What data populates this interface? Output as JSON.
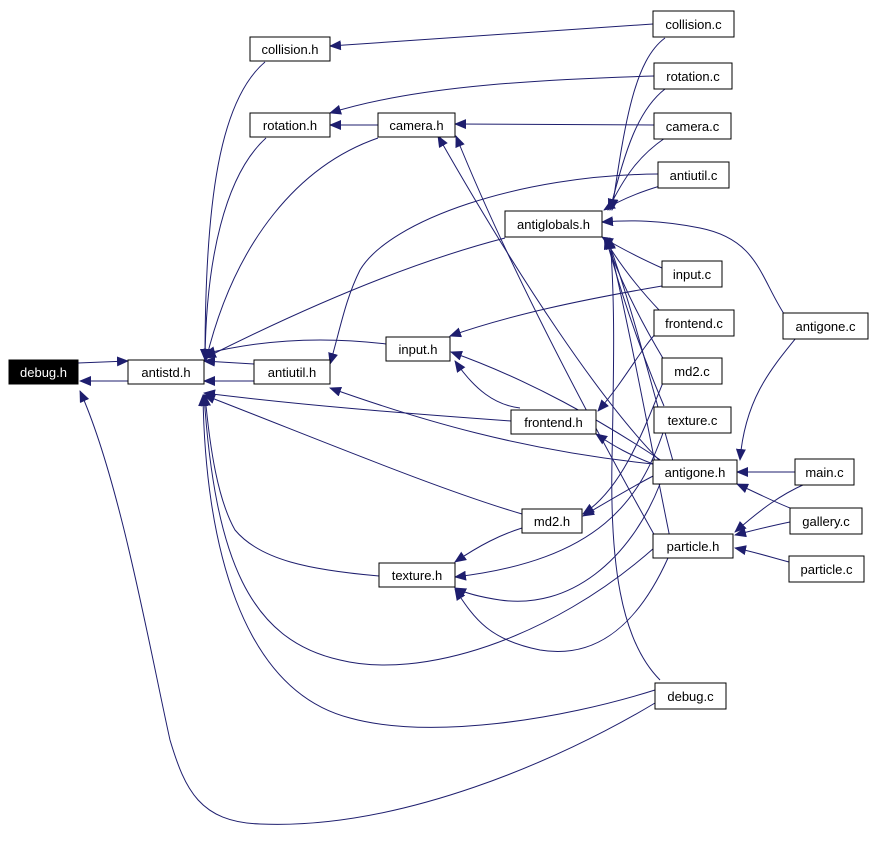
{
  "colors": {
    "edge": "#1e1e6e",
    "root_fill": "#000000",
    "root_text": "#ffffff",
    "node_fill": "#ffffff",
    "node_border": "#000000"
  },
  "nodes": [
    {
      "id": "debug_h",
      "label": "debug.h",
      "root": true
    },
    {
      "id": "antistd_h",
      "label": "antistd.h"
    },
    {
      "id": "antiutil_h",
      "label": "antiutil.h"
    },
    {
      "id": "collision_h",
      "label": "collision.h"
    },
    {
      "id": "rotation_h",
      "label": "rotation.h"
    },
    {
      "id": "camera_h",
      "label": "camera.h"
    },
    {
      "id": "input_h",
      "label": "input.h"
    },
    {
      "id": "antiglobals_h",
      "label": "antiglobals.h"
    },
    {
      "id": "frontend_h",
      "label": "frontend.h"
    },
    {
      "id": "md2_h",
      "label": "md2.h"
    },
    {
      "id": "texture_h",
      "label": "texture.h"
    },
    {
      "id": "antigone_h",
      "label": "antigone.h"
    },
    {
      "id": "particle_h",
      "label": "particle.h"
    },
    {
      "id": "collision_c",
      "label": "collision.c"
    },
    {
      "id": "rotation_c",
      "label": "rotation.c"
    },
    {
      "id": "camera_c",
      "label": "camera.c"
    },
    {
      "id": "antiutil_c",
      "label": "antiutil.c"
    },
    {
      "id": "input_c",
      "label": "input.c"
    },
    {
      "id": "frontend_c",
      "label": "frontend.c"
    },
    {
      "id": "md2_c",
      "label": "md2.c"
    },
    {
      "id": "texture_c",
      "label": "texture.c"
    },
    {
      "id": "debug_c",
      "label": "debug.c"
    },
    {
      "id": "antigone_c",
      "label": "antigone.c"
    },
    {
      "id": "main_c",
      "label": "main.c"
    },
    {
      "id": "gallery_c",
      "label": "gallery.c"
    },
    {
      "id": "particle_c",
      "label": "particle.c"
    }
  ]
}
